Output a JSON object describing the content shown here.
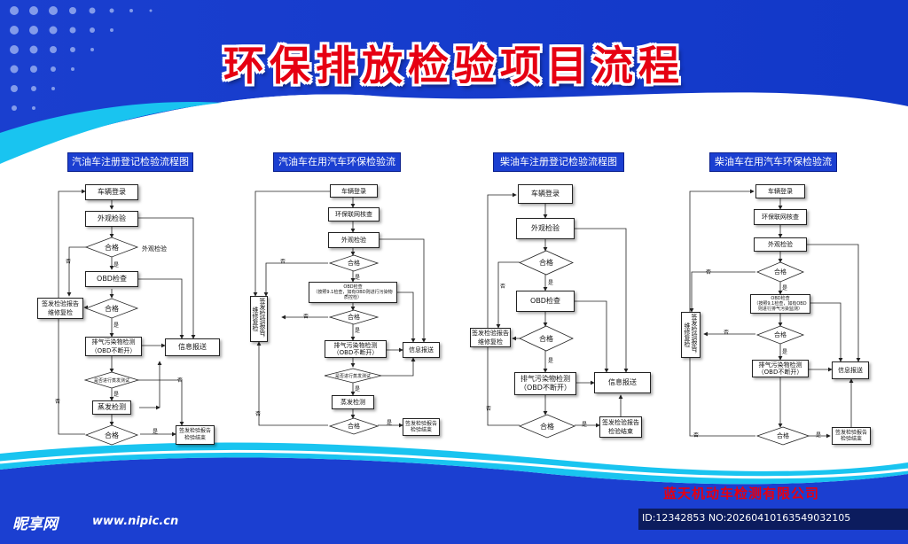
{
  "title": "环保排放检验项目流程",
  "sections": [
    {
      "heading": "汽油车注册登记检验流程图"
    },
    {
      "heading": "汽油车在用汽车环保检验流程图"
    },
    {
      "heading": "柴油车注册登记检验流程图"
    },
    {
      "heading": "柴油车在用汽车环保检验流程图"
    }
  ],
  "flow": {
    "register": "车辆登录",
    "visual": "外观检验",
    "pass": "合格",
    "visual_check": "外观检验",
    "obd_check": "OBD检查",
    "emission_test": "排气污染物检测\n（OBD不断开）",
    "info_report": "信息报送",
    "report_repair": "签发检验报告\n维修复检",
    "steam_test_q": "是否进行蒸发测试",
    "steam_test": "蒸发检测",
    "report_end": "签发检验报告\n检验结束",
    "network_check": "环保联网核查",
    "obd_detail_gas": "OBD检查\n（按照9.1检查，如有OBD则进行污染物质控检）",
    "obd_detail_diesel": "OBD检查\n（按照9.1检查，如有OBD则进行排气污染监测）",
    "report_repair_v": "签发检验报告，维修复检",
    "steam_test_q2": "是否进行蒸发测试",
    "yes": "是",
    "no": "否"
  },
  "company": "蓝天机动车检测有限公司",
  "watermark": {
    "logo": "昵享网",
    "url": "www.nipic.cn",
    "id": "ID:12342853 NO:20260410163549032105"
  },
  "colors": {
    "banner_blue": "#1b3fd1",
    "accent_cyan": "#19c4f0",
    "title_red": "#e60012"
  }
}
